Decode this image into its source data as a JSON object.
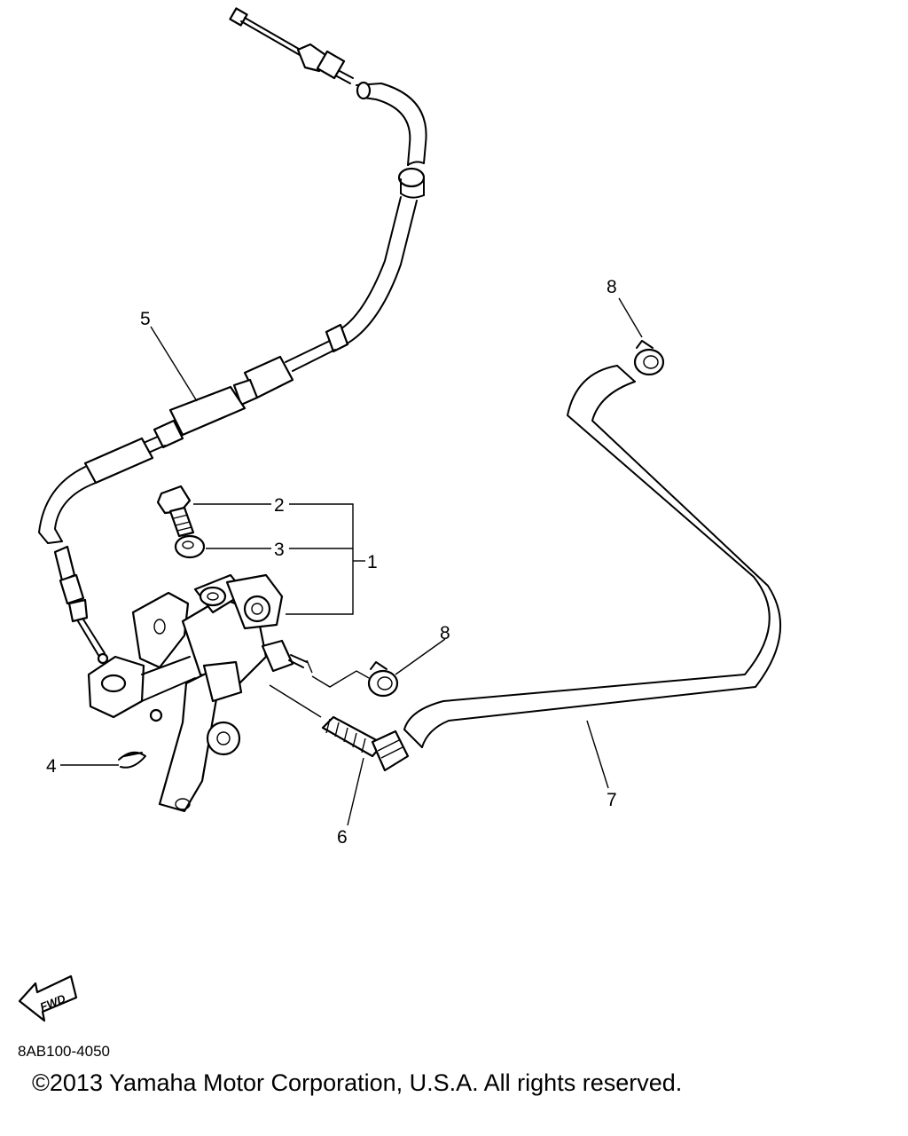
{
  "diagram": {
    "callouts": {
      "c1": "1",
      "c2": "2",
      "c3": "3",
      "c4": "4",
      "c5": "5",
      "c6": "6",
      "c7": "7",
      "c8_top": "8",
      "c8_mid": "8"
    },
    "fwd_label": "FWD"
  },
  "footer": {
    "part_code": "8AB100-4050",
    "copyright": "©2013 Yamaha Motor Corporation, U.S.A. All rights reserved."
  }
}
